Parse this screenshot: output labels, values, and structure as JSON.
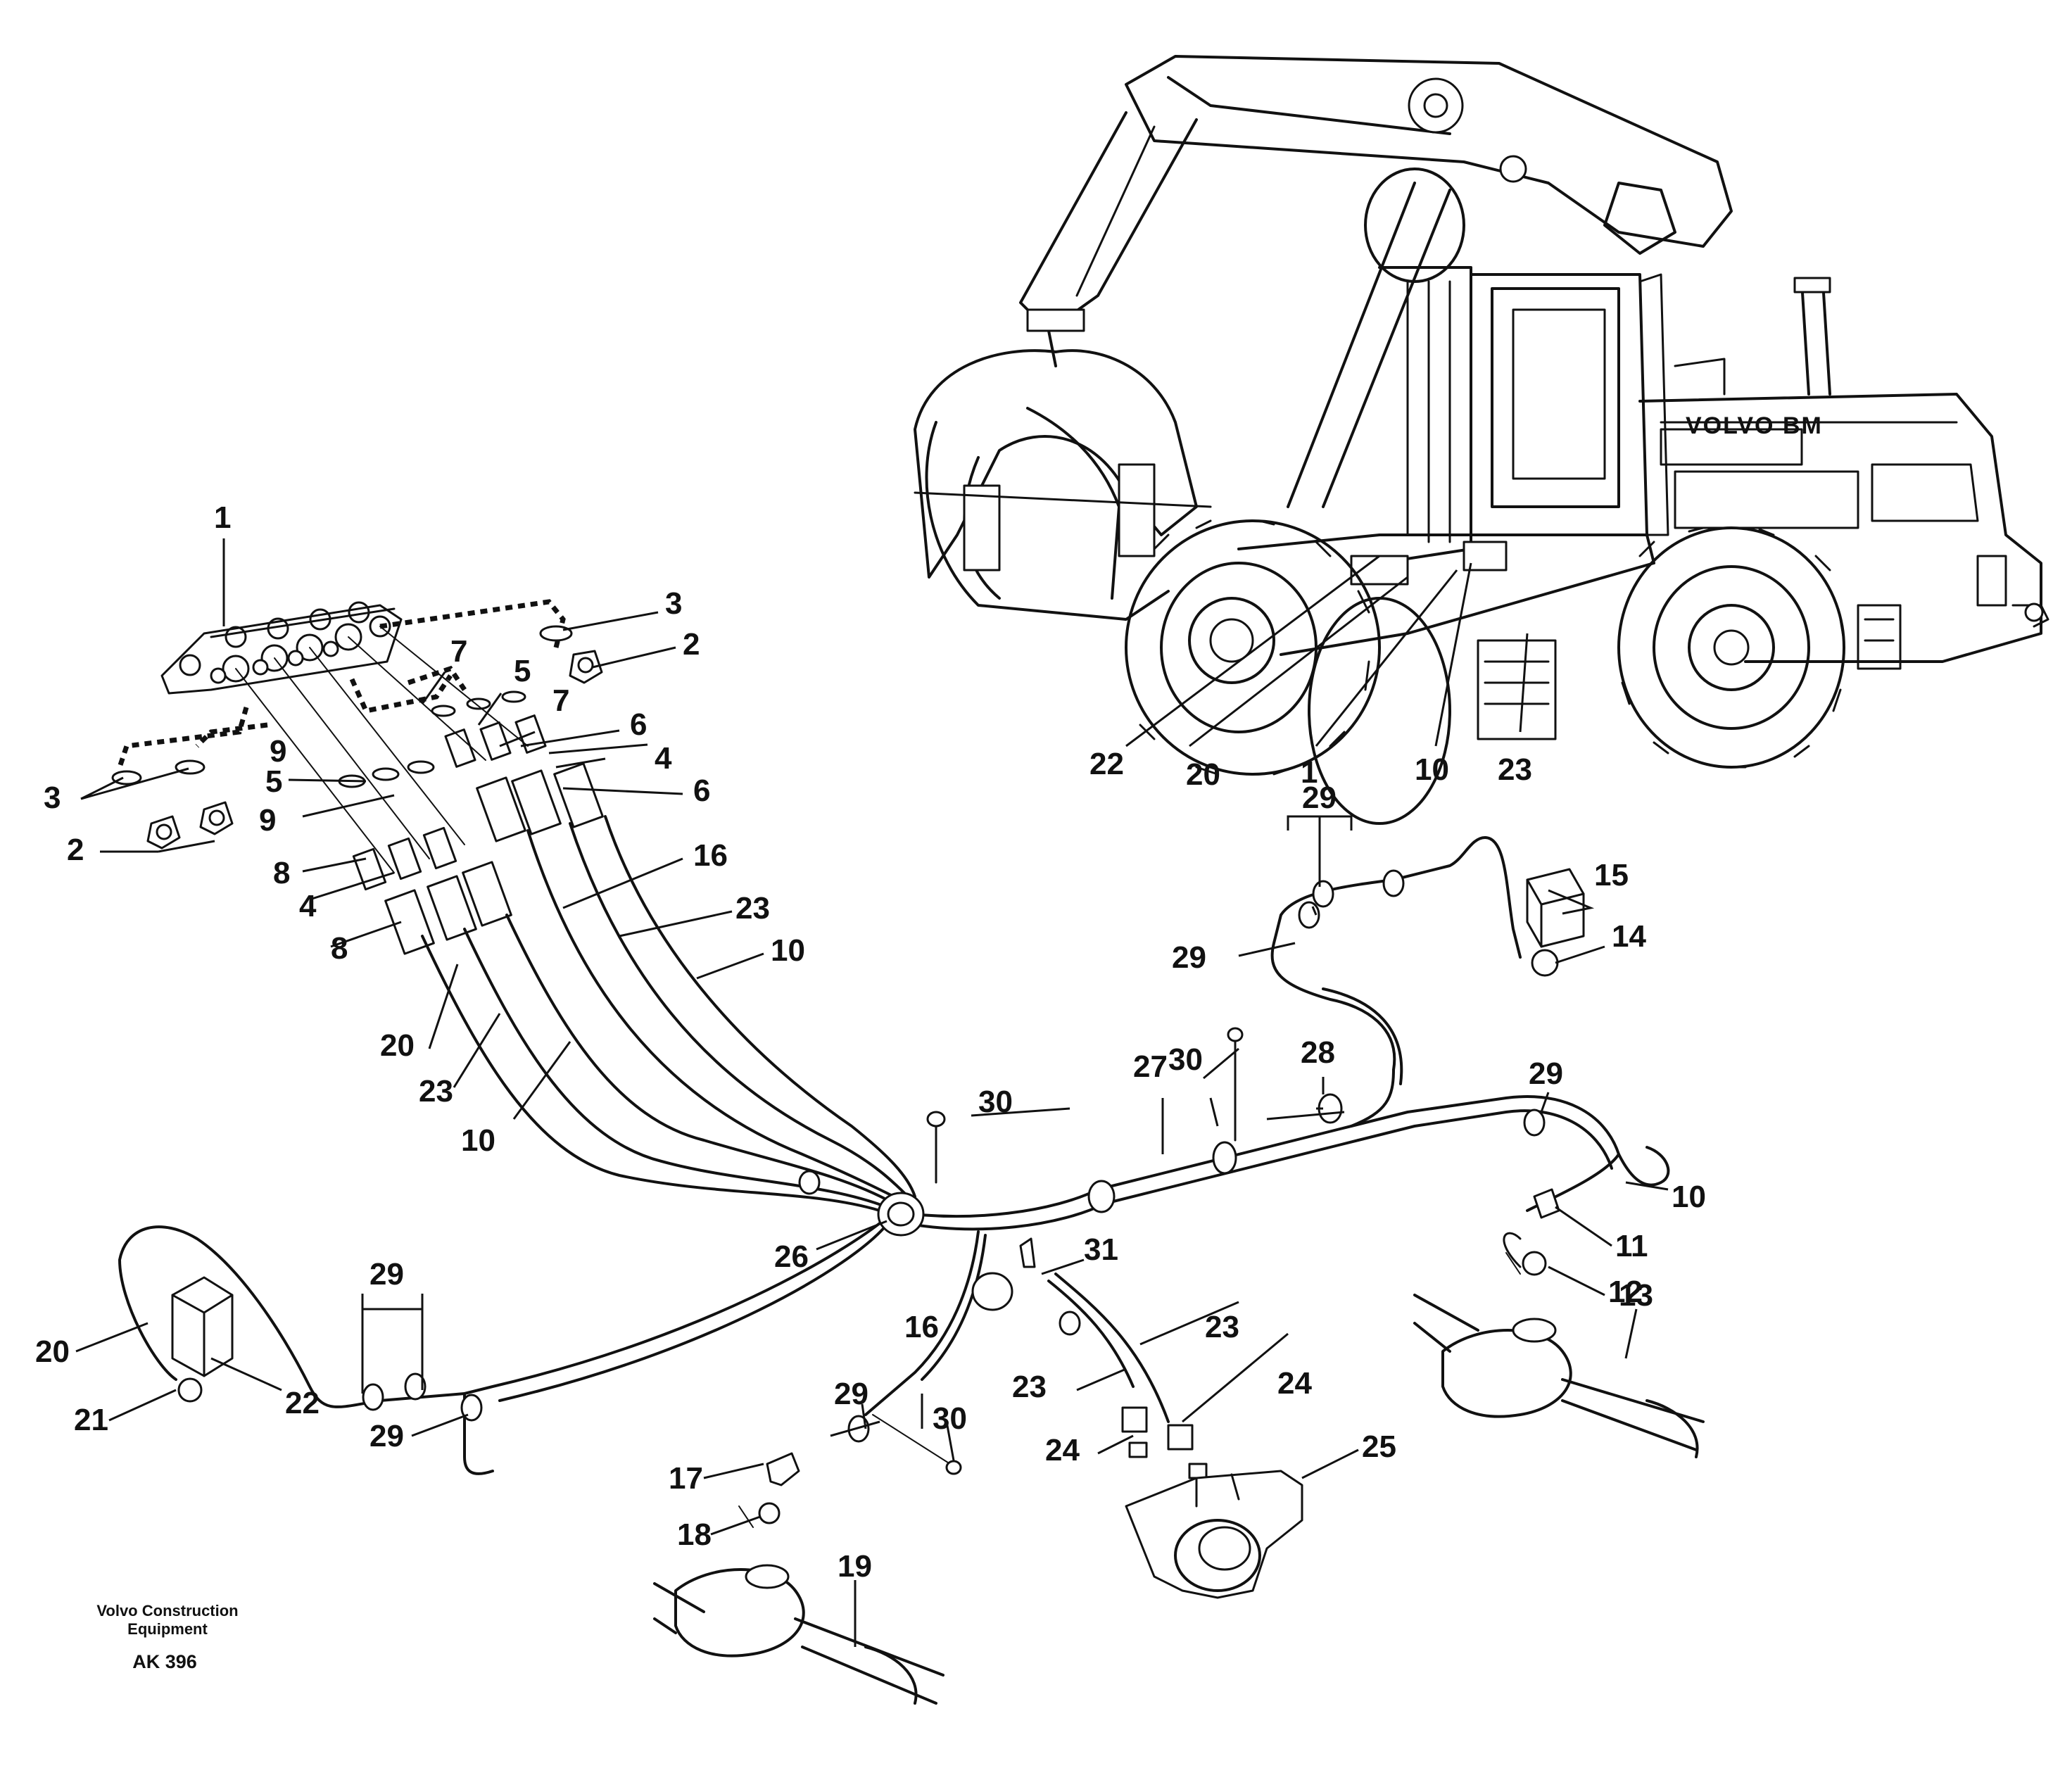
{
  "diagram": {
    "vehicle_brand": "VOLVO BM",
    "callouts": [
      "1",
      "2",
      "3",
      "4",
      "5",
      "6",
      "7",
      "8",
      "9",
      "10",
      "11",
      "12",
      "13",
      "14",
      "15",
      "16",
      "17",
      "18",
      "19",
      "20",
      "21",
      "22",
      "23",
      "24",
      "25",
      "26",
      "27",
      "28",
      "29",
      "30",
      "31"
    ],
    "footer": {
      "company_line1": "Volvo Construction",
      "company_line2": "Equipment",
      "code": "AK 396"
    }
  }
}
